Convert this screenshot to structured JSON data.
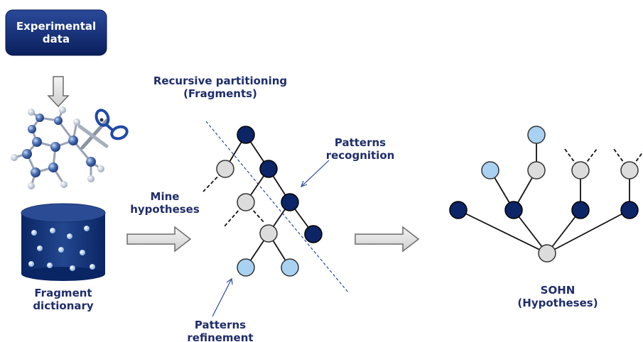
{
  "box": {
    "line1": "Experimental",
    "line2": "data"
  },
  "fragment_dictionary": {
    "line1": "Fragment",
    "line2": "dictionary"
  },
  "mine_hypotheses": {
    "line1": "Mine",
    "line2": "hypotheses"
  },
  "recursive_partitioning": {
    "line1": "Recursive partitioning",
    "line2": "(Fragments)"
  },
  "patterns_recognition": {
    "line1": "Patterns",
    "line2": "recognition"
  },
  "patterns_refinement": {
    "line1": "Patterns",
    "line2": "refinement"
  },
  "sohn": {
    "line1": "SOHN",
    "line2": "(Hypotheses)"
  },
  "colors": {
    "navy": "#0b2566",
    "light_blue": "#a9d2f2",
    "gray_node": "#dcdcdc",
    "label": "#1f2d6b",
    "arrow_fill": "#e3e3e3"
  }
}
